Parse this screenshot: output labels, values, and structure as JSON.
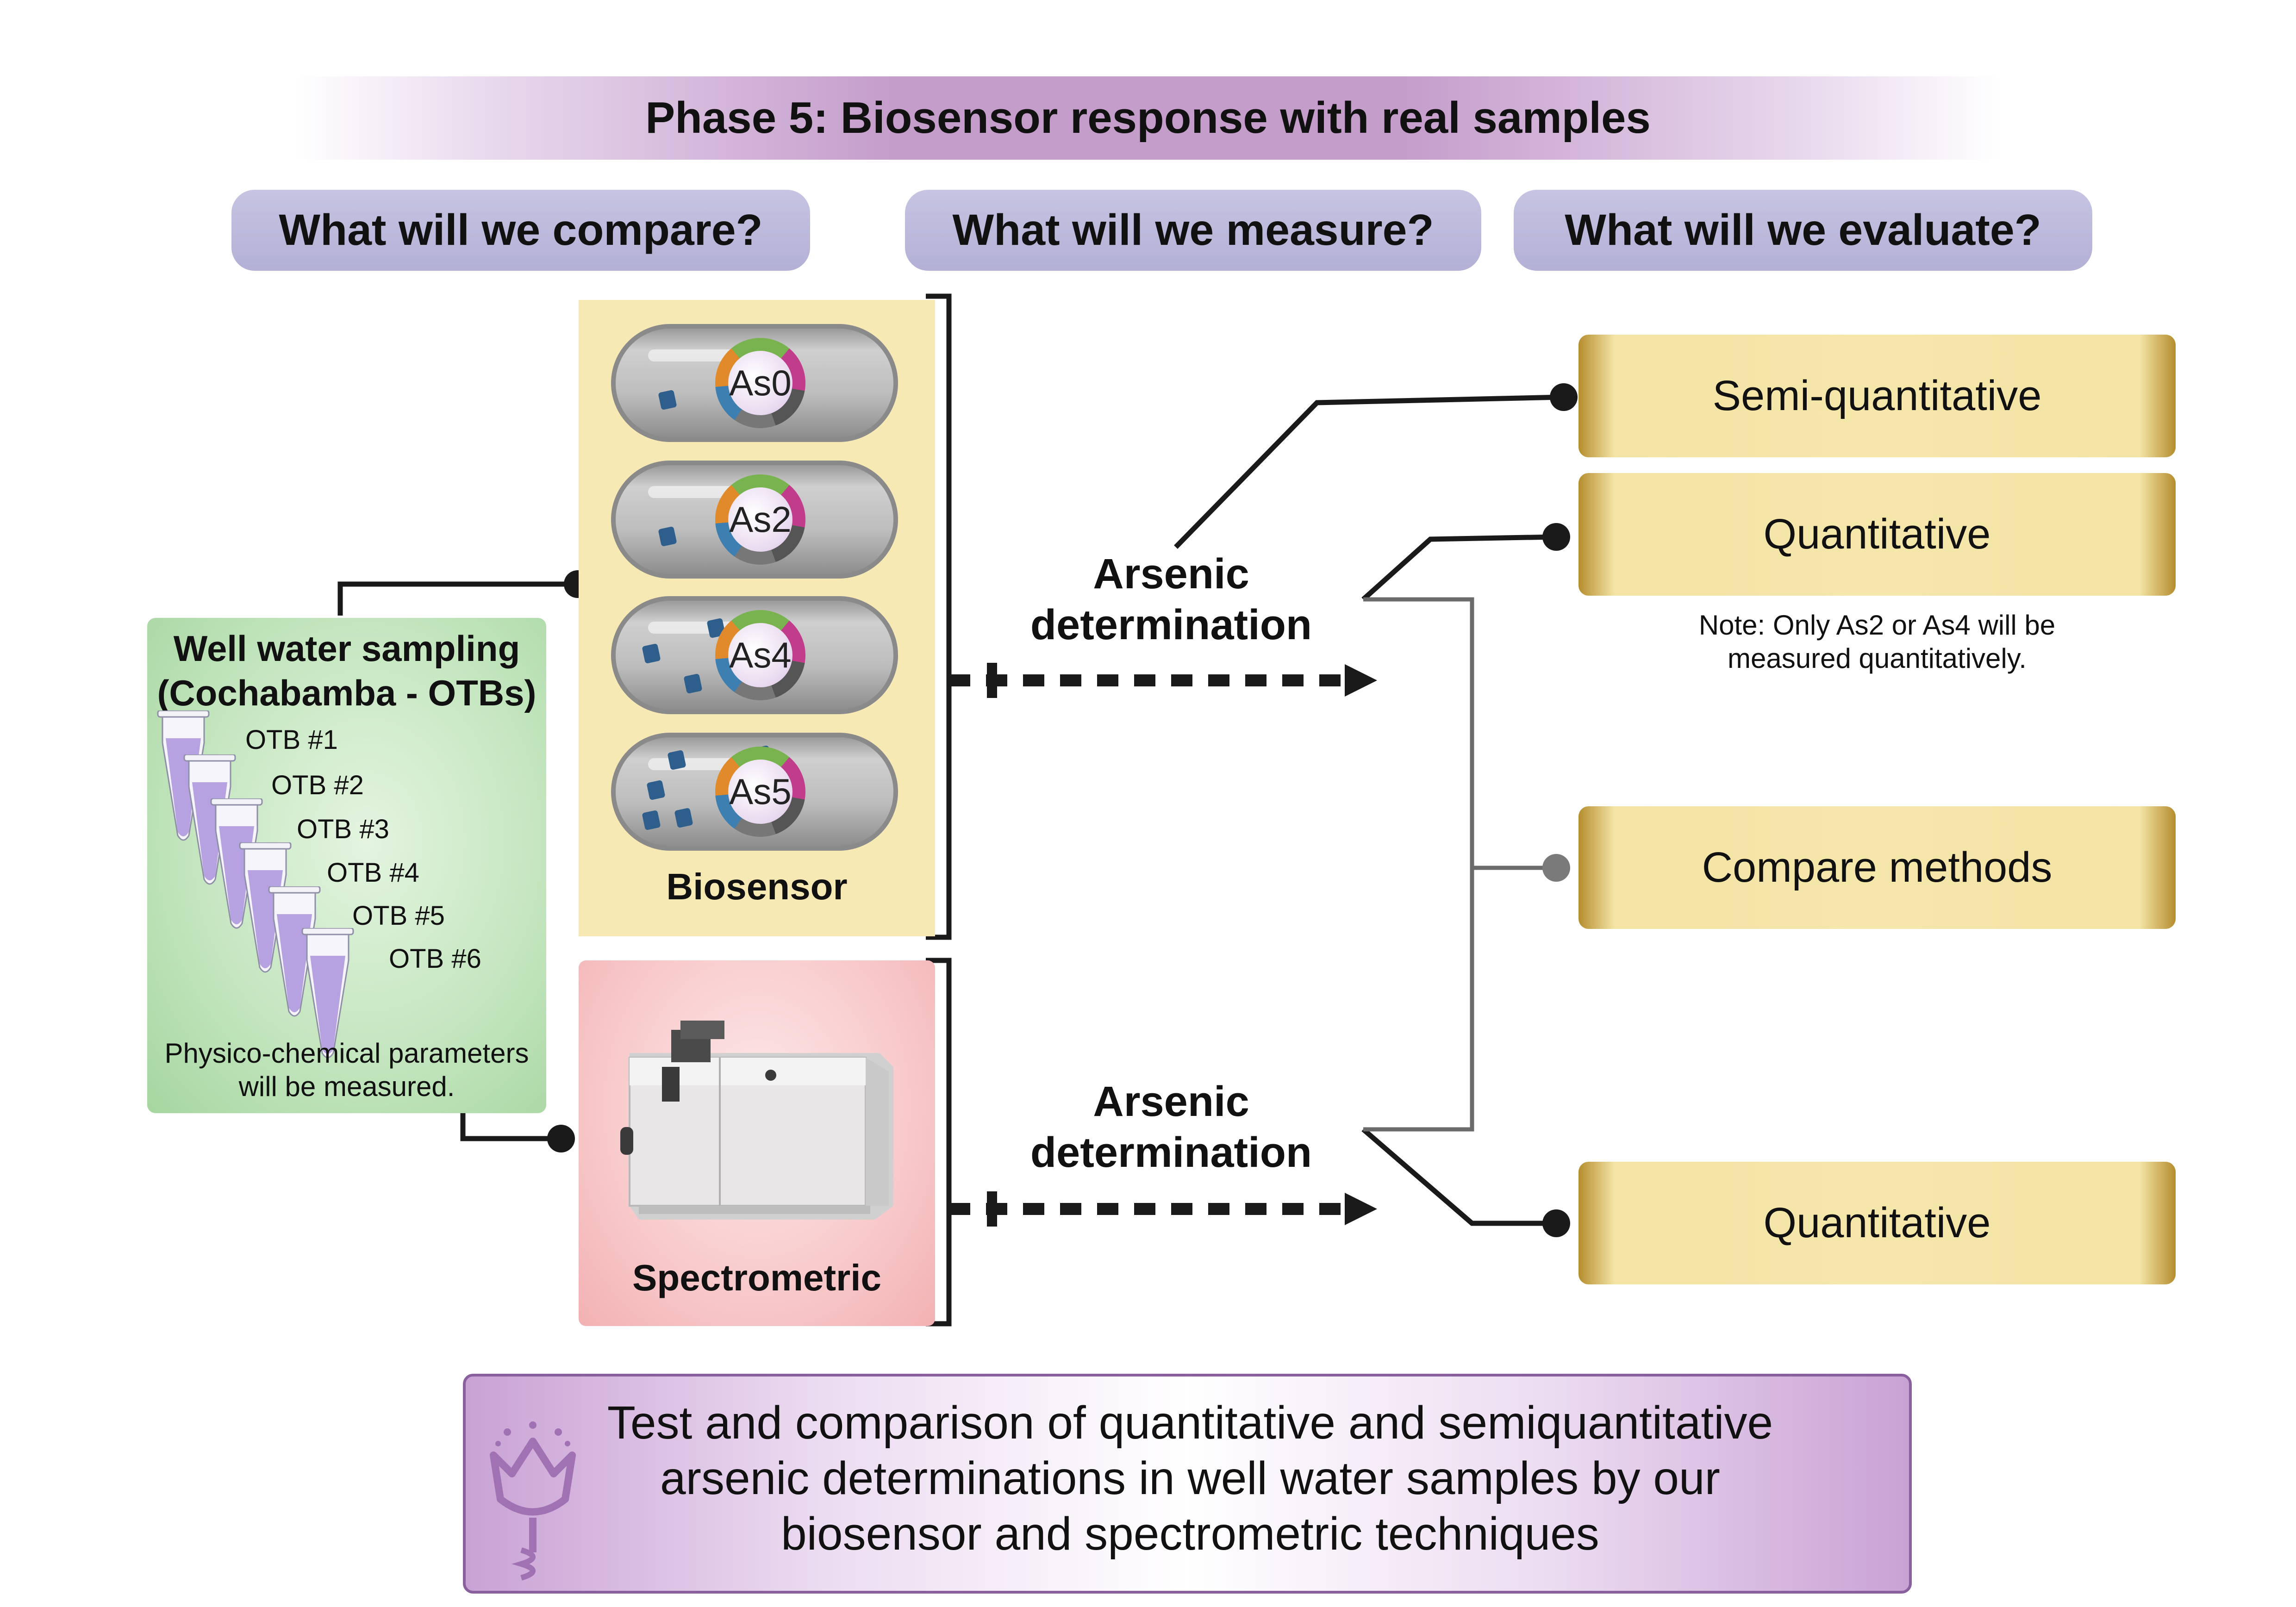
{
  "title": "Phase 5: Biosensor response with real samples",
  "questions": {
    "compare": "What will we compare?",
    "measure": "What will we measure?",
    "evaluate": "What will we evaluate?"
  },
  "sampling": {
    "title_line1": "Well water sampling",
    "title_line2": "(Cochabamba - OTBs)",
    "tubes": [
      "OTB #1",
      "OTB #2",
      "OTB #3",
      "OTB #4",
      "OTB #5",
      "OTB #6"
    ],
    "note_line1": "Physico-chemical parameters",
    "note_line2": "will be measured."
  },
  "biosensor": {
    "label": "Biosensor",
    "strains": [
      "As0",
      "As2",
      "As4",
      "As5"
    ]
  },
  "spectrometric": {
    "label": "Spectrometric"
  },
  "determination": {
    "line1": "Arsenic",
    "line2": "determination"
  },
  "outcomes": {
    "semi": "Semi-quantitative",
    "quant1": "Quantitative",
    "note_line1": "Note: Only As2 or As4 will be",
    "note_line2": "measured quantitatively.",
    "compare": "Compare methods",
    "quant2": "Quantitative"
  },
  "summary": {
    "line1": "Test and comparison of quantitative and semiquantitative",
    "line2": "arsenic determinations in well water samples by our",
    "line3": "biosensor and spectrometric techniques"
  },
  "colors": {
    "title_band": "#c59dcb",
    "question_pill": "#b7b5d8",
    "sampling_box": "#a9d9a3",
    "biosensor_box": "#f7e9b3",
    "spectro_box": "#f4b6b8",
    "outcome_box": "#f5e6aa",
    "summary_box": "#cda8d6"
  },
  "icons": [
    "tube-icon",
    "bacterium-icon",
    "plasmid-icon",
    "spectrometer-icon",
    "flower-logo-icon",
    "arrow-icon"
  ]
}
